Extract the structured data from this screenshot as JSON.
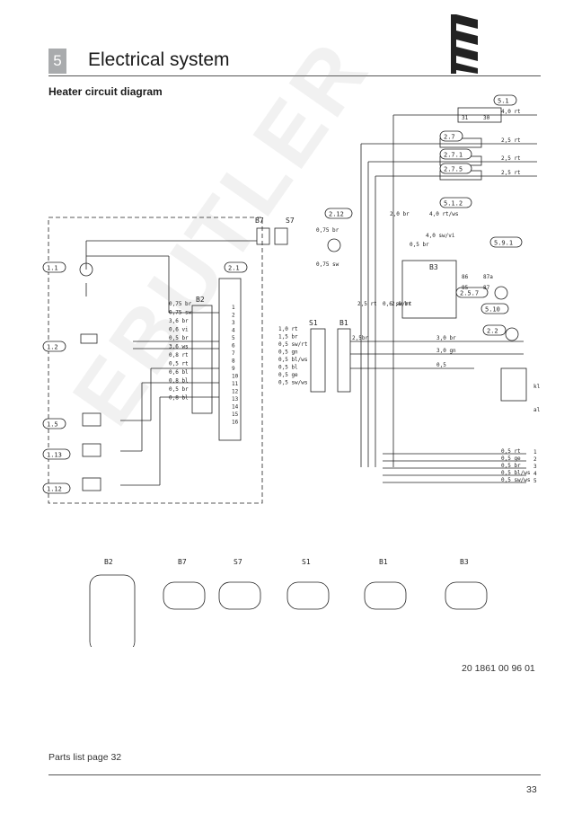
{
  "header": {
    "chapter_number": "5",
    "title": "Electrical system"
  },
  "subtitle": "Heater circuit diagram",
  "logo": {
    "icon": "eberspacher-logo-icon",
    "color": "#222222"
  },
  "watermark": "EBUTLER",
  "diagram": {
    "components": [
      "B7",
      "S7",
      "B2",
      "S1",
      "B1",
      "B3"
    ],
    "refs": [
      "5.1",
      "2.7",
      "2.7.1",
      "2.7.5",
      "5.1.2",
      "2.12",
      "5.9.1",
      "2.5.7",
      "5.10",
      "2.2",
      "1.1",
      "1.2",
      "2.1",
      "1.5",
      "1.13",
      "1.12"
    ],
    "left_wires": [
      "0,75 br",
      "0,75 sw",
      "3,6 br",
      "0,6 vi",
      "0,5 br",
      "3,6 ws",
      "0,8 rt",
      "0,5 rt",
      "0,6 bl",
      "0,8 bl",
      "0,5 br",
      "0,8 bl"
    ],
    "s1_wires": [
      "1,0 rt",
      "1,5 br",
      "0,5 sw/rt",
      "0,5 gn",
      "0,5 bl/ws",
      "0,5 bl",
      "0,5 ge",
      "0,5 sw/ws"
    ],
    "fuse_wires": [
      "4,0 rt",
      "2,5 rt",
      "2,5 rt",
      "2,5 rt"
    ],
    "b7_wires": [
      "0,75 br",
      "0,75 sw"
    ],
    "vertical_wires": [
      "2,0 br",
      "4,0 rt/ws",
      "0,6 sw/rt",
      "2,0 br",
      "2,5 rt"
    ],
    "misc_wires": [
      "4,0 sw/vi",
      "0,5 br",
      "2,5br",
      "3,0 br",
      "3,0 gn",
      "0,5"
    ],
    "output_wires": [
      "0,5 rt",
      "0,5 ge",
      "0,5 br",
      "0,5 bl/ws",
      "0,5 sw/ws"
    ],
    "output_pins": [
      "1",
      "2",
      "3",
      "4",
      "5"
    ],
    "ground_labels": [
      "kl",
      "al"
    ],
    "relay_pins": [
      "31",
      "30",
      "86",
      "87a",
      "85",
      "87"
    ],
    "b2_pins": [
      "1",
      "2",
      "3",
      "4",
      "5",
      "6",
      "7",
      "8",
      "9",
      "10",
      "11",
      "12",
      "13",
      "14",
      "15",
      "16"
    ],
    "connector_views": [
      {
        "label": "B2"
      },
      {
        "label": "B7"
      },
      {
        "label": "S7"
      },
      {
        "label": "S1"
      },
      {
        "label": "B1"
      },
      {
        "label": "B3"
      }
    ]
  },
  "drawing_number": "20 1861 00 96 01",
  "parts_ref": "Parts list page 32",
  "page_number": "33"
}
